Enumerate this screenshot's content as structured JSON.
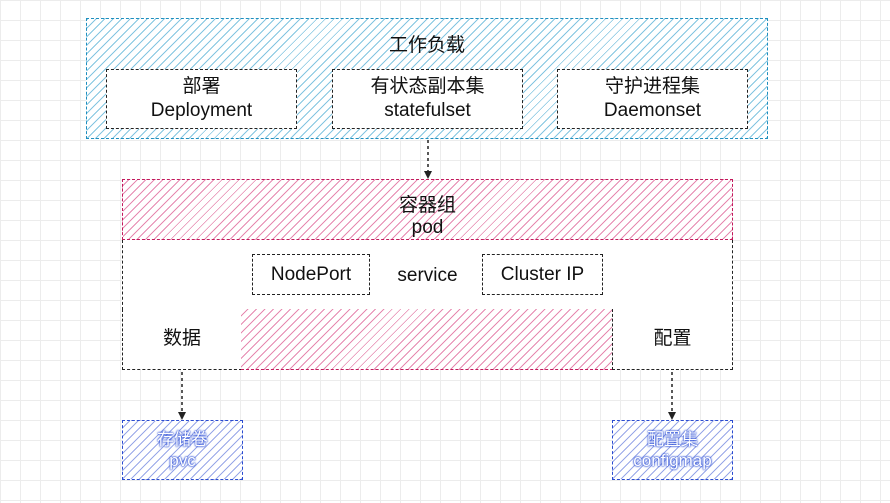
{
  "workload": {
    "title": "工作负载",
    "items": [
      {
        "cn": "部署",
        "en": "Deployment"
      },
      {
        "cn": "有状态副本集",
        "en": "statefulset"
      },
      {
        "cn": "守护进程集",
        "en": "Daemonset"
      }
    ]
  },
  "pod": {
    "title_cn": "容器组",
    "title_en": "pod"
  },
  "service": {
    "left": "NodePort",
    "label": "service",
    "right": "Cluster IP"
  },
  "data_label": "数据",
  "config_label": "配置",
  "storage_left": {
    "cn": "存储卷",
    "en": "pvc"
  },
  "storage_right": {
    "cn": "配置集",
    "en": "configmap"
  },
  "colors": {
    "workload_hatch": "#1e8fbf",
    "pod_hatch": "#c2185b",
    "storage_hatch": "#2a4bd0"
  }
}
